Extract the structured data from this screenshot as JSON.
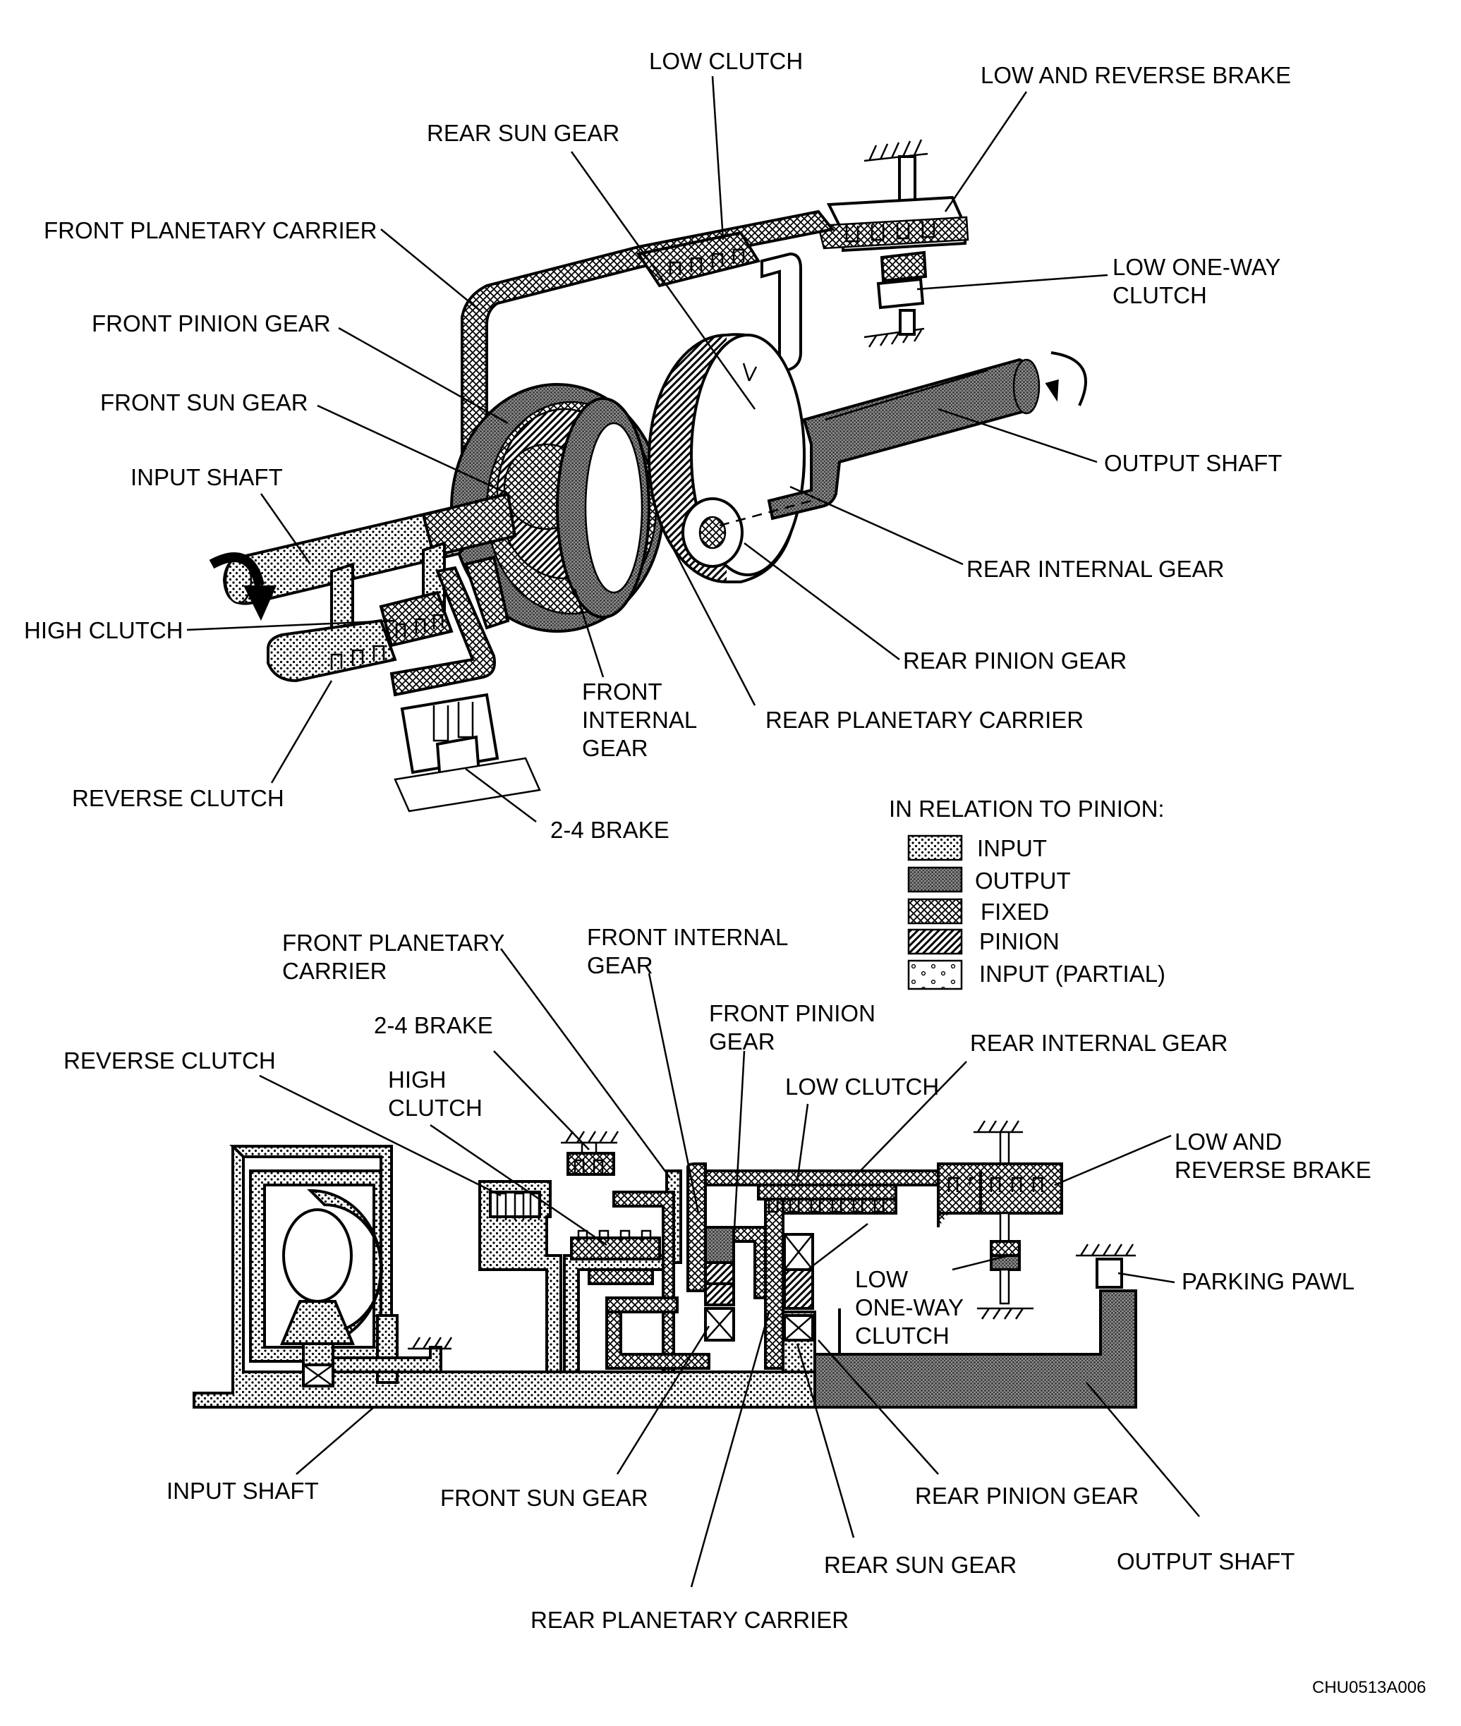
{
  "upper_view": {
    "labels": {
      "low_clutch": "LOW CLUTCH",
      "low_reverse_brake": "LOW AND REVERSE BRAKE",
      "rear_sun_gear": "REAR SUN GEAR",
      "front_planetary_carrier": "FRONT PLANETARY CARRIER",
      "low_one_way_clutch_1": "LOW ONE-WAY",
      "low_one_way_clutch_2": "CLUTCH",
      "front_pinion_gear": "FRONT PINION GEAR",
      "front_sun_gear": "FRONT SUN GEAR",
      "output_shaft": "OUTPUT SHAFT",
      "input_shaft": "INPUT SHAFT",
      "rear_internal_gear": "REAR INTERNAL GEAR",
      "high_clutch": "HIGH CLUTCH",
      "rear_pinion_gear": "REAR PINION GEAR",
      "front_internal_gear_1": "FRONT",
      "front_internal_gear_2": "INTERNAL",
      "front_internal_gear_3": "GEAR",
      "rear_planetary_carrier": "REAR PLANETARY CARRIER",
      "reverse_clutch": "REVERSE CLUTCH",
      "brake_2_4": "2-4 BRAKE"
    }
  },
  "legend": {
    "title": "IN RELATION TO PINION:",
    "items": [
      {
        "label": "INPUT",
        "pattern": "dots"
      },
      {
        "label": "OUTPUT",
        "pattern": "dense"
      },
      {
        "label": "FIXED",
        "pattern": "cross"
      },
      {
        "label": "PINION",
        "pattern": "hatch"
      },
      {
        "label": "INPUT (PARTIAL)",
        "pattern": "partial"
      }
    ]
  },
  "lower_view": {
    "labels": {
      "front_planetary_carrier_1": "FRONT PLANETARY",
      "front_planetary_carrier_2": "CARRIER",
      "front_internal_gear_1": "FRONT INTERNAL",
      "front_internal_gear_2": "GEAR",
      "front_pinion_gear_1": "FRONT PINION",
      "front_pinion_gear_2": "GEAR",
      "brake_2_4": "2-4 BRAKE",
      "rear_internal_gear": "REAR INTERNAL GEAR",
      "reverse_clutch": "REVERSE CLUTCH",
      "high_clutch_1": "HIGH",
      "high_clutch_2": "CLUTCH",
      "low_clutch": "LOW CLUTCH",
      "low_reverse_brake_1": "LOW AND",
      "low_reverse_brake_2": "REVERSE BRAKE",
      "low_one_way_clutch_1": "LOW",
      "low_one_way_clutch_2": "ONE-WAY",
      "low_one_way_clutch_3": "CLUTCH",
      "parking_pawl": "PARKING PAWL",
      "input_shaft": "INPUT SHAFT",
      "front_sun_gear": "FRONT SUN GEAR",
      "rear_pinion_gear": "REAR PINION GEAR",
      "rear_sun_gear": "REAR SUN GEAR",
      "output_shaft": "OUTPUT SHAFT",
      "rear_planetary_carrier": "REAR PLANETARY CARRIER"
    }
  },
  "figure_code": "CHU0513A006",
  "colors": {
    "ink": "#000000",
    "paper": "#ffffff"
  }
}
